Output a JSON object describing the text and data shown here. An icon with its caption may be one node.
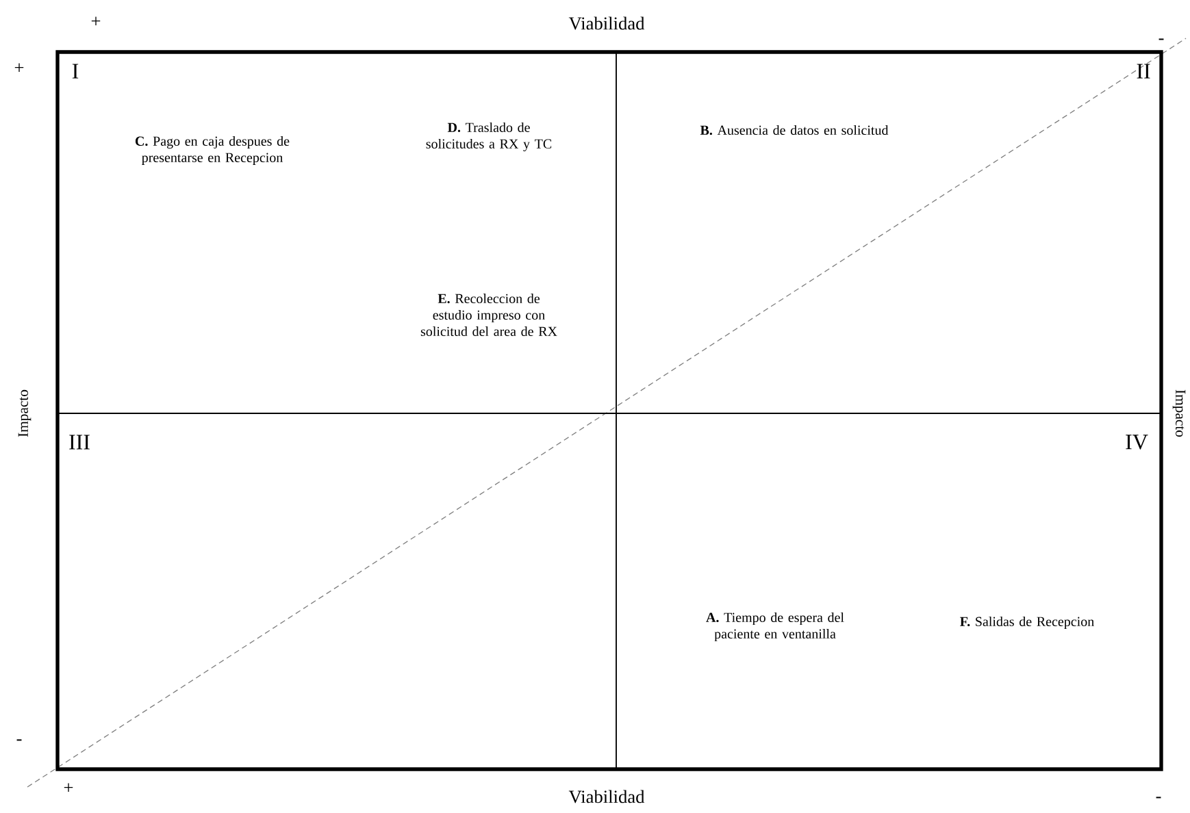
{
  "diagram": {
    "labels": [
      "+",
      "Viabilidad",
      "-",
      "+",
      "I",
      "II",
      "**C.** Pago en caja despues de presentarse en Recepcion",
      "**D.** Traslado de solicitudes a RX y TC",
      "**B.** Ausencia de datos en solicitud",
      "**E.** Recoleccion de estudio impreso con solicitud del area de RX",
      "Impacto",
      "Impacto",
      "III",
      "IV",
      "**A.** Tiempo de espera del paciente en ventanilla",
      "**F.** Salidas de Recepcion",
      "-",
      "+",
      "Viabilidad",
      "-"
    ]
  }
}
